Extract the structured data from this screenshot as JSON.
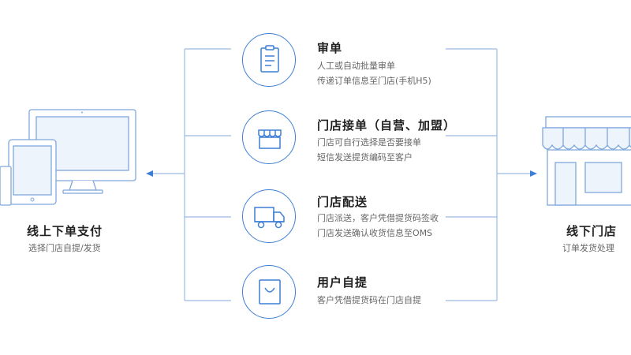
{
  "left": {
    "title": "线上下单支付",
    "subtitle": "选择门店自提/发货"
  },
  "right": {
    "title": "线下门店",
    "subtitle": "订单发货处理"
  },
  "steps": [
    {
      "title": "审单",
      "lines": [
        "人工或自动批量审单",
        "传递订单信息至门店(手机H5)"
      ],
      "icon": "clipboard-icon"
    },
    {
      "title": "门店接单（自营、加盟）",
      "lines": [
        "门店可自行选择是否要接单",
        "短信发送提货编码至客户"
      ],
      "icon": "storefront-icon"
    },
    {
      "title": "门店配送",
      "lines": [
        "门店派送，客户凭借提货码签收",
        "门店发送确认收货信息至OMS"
      ],
      "icon": "delivery-truck-icon"
    },
    {
      "title": "用户自提",
      "lines": [
        "客户凭借提货码在门店自提"
      ],
      "icon": "shopping-bag-icon"
    }
  ],
  "colors": {
    "accent": "#3d7fd6",
    "line": "#9bbbe3",
    "illustration": "#7fa8dc",
    "illustration_light": "#e8f1fb"
  }
}
